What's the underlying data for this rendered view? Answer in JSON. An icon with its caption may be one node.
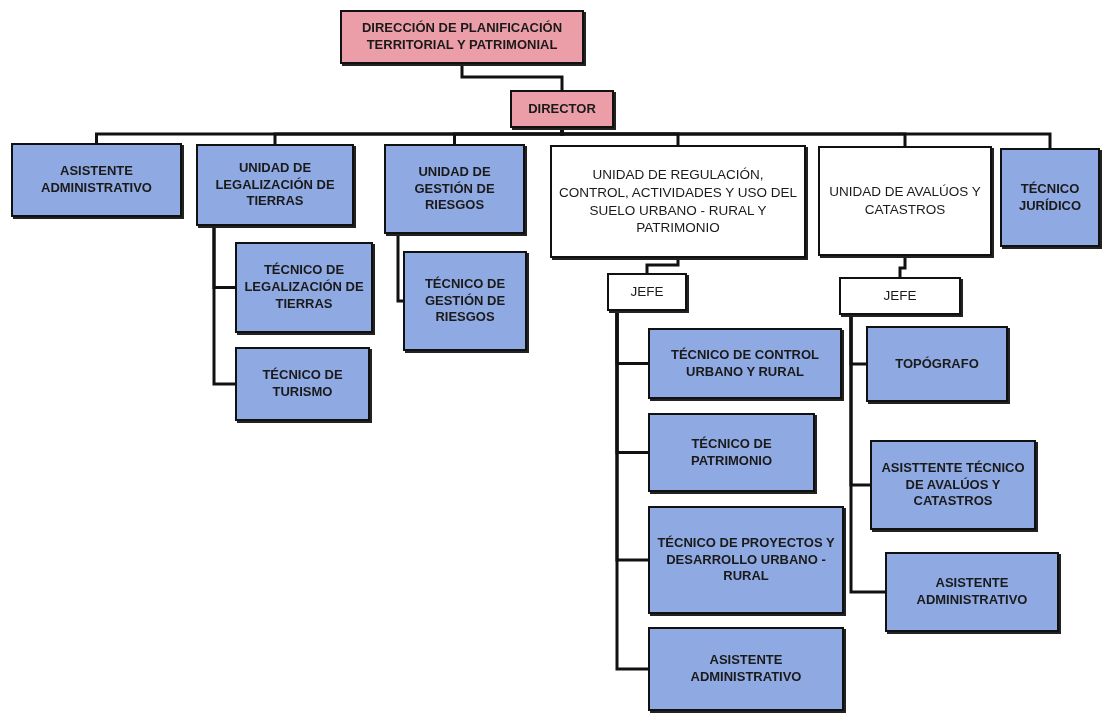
{
  "diagram": {
    "nodes": [
      {
        "text": [
          "DIRECCIÓN DE PLANIFICACIÓN TERRITORIAL Y PATRIMONIAL"
        ]
      },
      {
        "text": [
          "DIRECTOR"
        ]
      },
      {
        "text": [
          "ASISTENTE ADMINISTRATIVO"
        ]
      },
      {
        "text": [
          "UNIDAD DE LEGALIZACIÓN DE TIERRAS"
        ]
      },
      {
        "text": [
          "UNIDAD DE GESTIÓN DE RIESGOS"
        ]
      },
      {
        "text": [
          "UNIDAD DE REGULACIÓN, CONTROL, ACTIVIDADES Y USO DEL SUELO URBANO - RURAL Y PATRIMONIO"
        ]
      },
      {
        "text": [
          "UNIDAD DE AVALÚOS Y CATASTROS"
        ]
      },
      {
        "text": [
          "TÉCNICO JURÍDICO"
        ]
      },
      {
        "text": [
          "TÉCNICO DE LEGALIZACIÓN DE TIERRAS"
        ]
      },
      {
        "text": [
          "TÉCNICO DE TURISMO"
        ]
      },
      {
        "text": [
          "TÉCNICO DE GESTIÓN DE RIESGOS"
        ]
      },
      {
        "text": [
          "JEFE"
        ]
      },
      {
        "text": [
          "JEFE"
        ]
      },
      {
        "text": [
          "TÉCNICO DE CONTROL URBANO Y RURAL"
        ]
      },
      {
        "text": [
          "TÉCNICO DE PATRIMONIO"
        ]
      },
      {
        "text": [
          "TÉCNICO DE PROYECTOS Y DESARROLLO URBANO - RURAL"
        ]
      },
      {
        "text": [
          "ASISTENTE ADMINISTRATIVO"
        ]
      },
      {
        "text": [
          "TOPÓGRAFO"
        ]
      },
      {
        "text": [
          "ASISTTENTE TÉCNICO DE AVALÚOS Y CATASTROS"
        ]
      },
      {
        "text": [
          "ASISTENTE ADMINISTRATIVO"
        ]
      }
    ],
    "edges": [
      {
        "from": 0,
        "to": 1,
        "arrow": "none"
      },
      {
        "from": 1,
        "to": 2,
        "arrow": "none"
      },
      {
        "from": 1,
        "to": 3,
        "arrow": "none"
      },
      {
        "from": 1,
        "to": 4,
        "arrow": "none"
      },
      {
        "from": 1,
        "to": 5,
        "arrow": "none"
      },
      {
        "from": 1,
        "to": 6,
        "arrow": "none"
      },
      {
        "from": 1,
        "to": 7,
        "arrow": "none"
      },
      {
        "from": 3,
        "to": 8,
        "arrow": "none"
      },
      {
        "from": 3,
        "to": 9,
        "arrow": "none"
      },
      {
        "from": 4,
        "to": 10,
        "arrow": "none"
      },
      {
        "from": 5,
        "to": 11,
        "arrow": "none"
      },
      {
        "from": 6,
        "to": 12,
        "arrow": "none"
      },
      {
        "from": 11,
        "to": 13,
        "arrow": "none"
      },
      {
        "from": 11,
        "to": 14,
        "arrow": "none"
      },
      {
        "from": 11,
        "to": 15,
        "arrow": "none"
      },
      {
        "from": 11,
        "to": 16,
        "arrow": "none"
      },
      {
        "from": 12,
        "to": 17,
        "arrow": "none"
      },
      {
        "from": 12,
        "to": 18,
        "arrow": "none"
      },
      {
        "from": 12,
        "to": 19,
        "arrow": "none"
      }
    ]
  }
}
